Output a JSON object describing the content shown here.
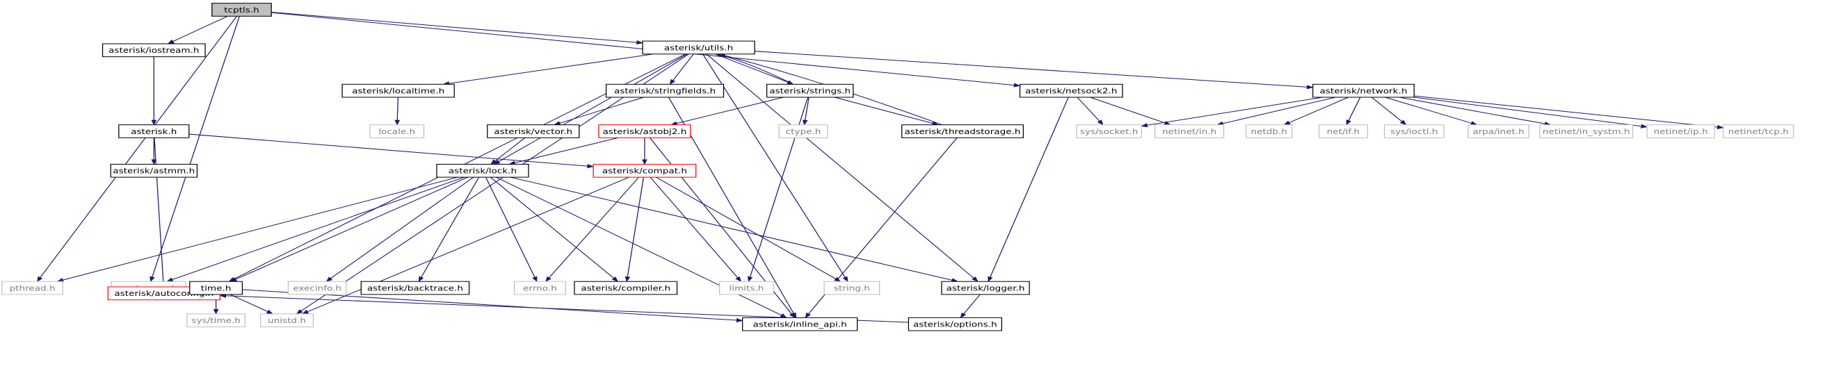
{
  "colors": {
    "edge": "#191970",
    "border_default": "#000000",
    "border_system": "#bfbfbf",
    "border_truncated": "#ff0000",
    "fill_root": "#bfbfbf",
    "fill_default": "#ffffff",
    "text_default": "#000000",
    "text_system": "#808080"
  },
  "nodes": [
    {
      "id": "tcptls",
      "label": "tcptls.h",
      "style": "root"
    },
    {
      "id": "iostream",
      "label": "asterisk/iostream.h",
      "style": "default"
    },
    {
      "id": "pthread",
      "label": "pthread.h",
      "style": "system"
    },
    {
      "id": "sysparam",
      "label": "sys/param.h",
      "style": "system"
    },
    {
      "id": "utils",
      "label": "asterisk/utils.h",
      "style": "default"
    },
    {
      "id": "netsock2",
      "label": "asterisk/netsock2.h",
      "style": "default"
    },
    {
      "id": "asterisk",
      "label": "asterisk.h",
      "style": "default"
    },
    {
      "id": "autoconfig",
      "label": "asterisk/autoconfig.h",
      "style": "truncated"
    },
    {
      "id": "astmm",
      "label": "asterisk/astmm.h",
      "style": "default"
    },
    {
      "id": "compat",
      "label": "asterisk/compat.h",
      "style": "truncated"
    },
    {
      "id": "time",
      "label": "time.h",
      "style": "default"
    },
    {
      "id": "unistd",
      "label": "unistd.h",
      "style": "system"
    },
    {
      "id": "systime",
      "label": "sys/time.h",
      "style": "system"
    },
    {
      "id": "localtime",
      "label": "asterisk/localtime.h",
      "style": "default"
    },
    {
      "id": "locale",
      "label": "locale.h",
      "style": "system"
    },
    {
      "id": "lock",
      "label": "asterisk/lock.h",
      "style": "default"
    },
    {
      "id": "stringfields",
      "label": "asterisk/stringfields.h",
      "style": "default"
    },
    {
      "id": "strings",
      "label": "asterisk/strings.h",
      "style": "default"
    },
    {
      "id": "vector",
      "label": "asterisk/vector.h",
      "style": "default"
    },
    {
      "id": "astobj2",
      "label": "asterisk/astobj2.h",
      "style": "truncated"
    },
    {
      "id": "ctype",
      "label": "ctype.h",
      "style": "system"
    },
    {
      "id": "threadstorage",
      "label": "asterisk/threadstorage.h",
      "style": "default"
    },
    {
      "id": "execinfo",
      "label": "execinfo.h",
      "style": "system"
    },
    {
      "id": "backtrace",
      "label": "asterisk/backtrace.h",
      "style": "default"
    },
    {
      "id": "errno",
      "label": "errno.h",
      "style": "system"
    },
    {
      "id": "compiler",
      "label": "asterisk/compiler.h",
      "style": "default"
    },
    {
      "id": "limits",
      "label": "limits.h",
      "style": "system"
    },
    {
      "id": "string",
      "label": "string.h",
      "style": "system"
    },
    {
      "id": "logger",
      "label": "asterisk/logger.h",
      "style": "default"
    },
    {
      "id": "inlineapi",
      "label": "asterisk/inline_api.h",
      "style": "default"
    },
    {
      "id": "options",
      "label": "asterisk/options.h",
      "style": "default"
    },
    {
      "id": "network",
      "label": "asterisk/network.h",
      "style": "default"
    },
    {
      "id": "syssocket",
      "label": "sys/socket.h",
      "style": "system"
    },
    {
      "id": "netinetin",
      "label": "netinet/in.h",
      "style": "system"
    },
    {
      "id": "netdb",
      "label": "netdb.h",
      "style": "system"
    },
    {
      "id": "netif",
      "label": "net/if.h",
      "style": "system"
    },
    {
      "id": "sysioctl",
      "label": "sys/ioctl.h",
      "style": "system"
    },
    {
      "id": "arpainet",
      "label": "arpa/inet.h",
      "style": "system"
    },
    {
      "id": "insystm",
      "label": "netinet/in_systm.h",
      "style": "system"
    },
    {
      "id": "netinetip",
      "label": "netinet/ip.h",
      "style": "system"
    },
    {
      "id": "netinettcp",
      "label": "netinet/tcp.h",
      "style": "system"
    }
  ],
  "edges": [
    [
      "tcptls",
      "iostream"
    ],
    [
      "tcptls",
      "pthread"
    ],
    [
      "tcptls",
      "sysparam"
    ],
    [
      "tcptls",
      "utils"
    ],
    [
      "tcptls",
      "netsock2"
    ],
    [
      "iostream",
      "asterisk"
    ],
    [
      "asterisk",
      "autoconfig"
    ],
    [
      "asterisk",
      "astmm"
    ],
    [
      "asterisk",
      "compat"
    ],
    [
      "utils",
      "time"
    ],
    [
      "utils",
      "unistd"
    ],
    [
      "utils",
      "localtime"
    ],
    [
      "utils",
      "lock"
    ],
    [
      "utils",
      "stringfields"
    ],
    [
      "utils",
      "strings"
    ],
    [
      "utils",
      "string"
    ],
    [
      "utils",
      "logger"
    ],
    [
      "utils",
      "network"
    ],
    [
      "localtime",
      "locale"
    ],
    [
      "lock",
      "pthread"
    ],
    [
      "lock",
      "sysparam"
    ],
    [
      "lock",
      "time"
    ],
    [
      "lock",
      "execinfo"
    ],
    [
      "lock",
      "backtrace"
    ],
    [
      "lock",
      "errno"
    ],
    [
      "lock",
      "compiler"
    ],
    [
      "lock",
      "logger"
    ],
    [
      "lock",
      "inlineapi"
    ],
    [
      "stringfields",
      "vector"
    ],
    [
      "stringfields",
      "inlineapi"
    ],
    [
      "strings",
      "ctype"
    ],
    [
      "strings",
      "limits"
    ],
    [
      "strings",
      "astobj2"
    ],
    [
      "strings",
      "threadstorage"
    ],
    [
      "strings",
      "utils"
    ],
    [
      "vector",
      "lock"
    ],
    [
      "astobj2",
      "compat"
    ],
    [
      "astobj2",
      "lock"
    ],
    [
      "astobj2",
      "inlineapi"
    ],
    [
      "compat",
      "errno"
    ],
    [
      "compat",
      "compiler"
    ],
    [
      "compat",
      "limits"
    ],
    [
      "compat",
      "string"
    ],
    [
      "compat",
      "unistd"
    ],
    [
      "threadstorage",
      "utils"
    ],
    [
      "threadstorage",
      "inlineapi"
    ],
    [
      "time",
      "systime"
    ],
    [
      "time",
      "unistd"
    ],
    [
      "time",
      "autoconfig"
    ],
    [
      "time",
      "inlineapi"
    ],
    [
      "logger",
      "options"
    ],
    [
      "options",
      "autoconfig"
    ],
    [
      "netsock2",
      "syssocket"
    ],
    [
      "netsock2",
      "netinetin"
    ],
    [
      "netsock2",
      "logger"
    ],
    [
      "network",
      "syssocket"
    ],
    [
      "network",
      "netinetin"
    ],
    [
      "network",
      "netdb"
    ],
    [
      "network",
      "netif"
    ],
    [
      "network",
      "sysioctl"
    ],
    [
      "network",
      "arpainet"
    ],
    [
      "network",
      "insystm"
    ],
    [
      "network",
      "netinetip"
    ],
    [
      "network",
      "netinettcp"
    ]
  ]
}
